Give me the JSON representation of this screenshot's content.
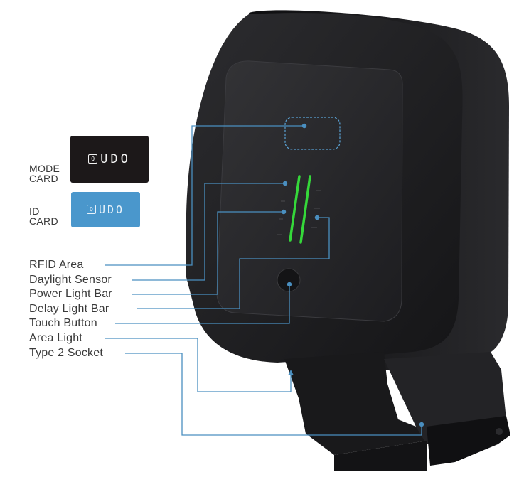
{
  "cards": {
    "mode": {
      "caption_line1": "MODE",
      "caption_line2": "CARD",
      "brand": "UDO",
      "brand_mark": "Q"
    },
    "id": {
      "caption_line1": "ID",
      "caption_line2": "CARD",
      "brand": "UDO",
      "brand_mark": "Q"
    }
  },
  "callouts": [
    {
      "label": "RFID Area"
    },
    {
      "label": "Daylight Sensor"
    },
    {
      "label": "Power Light Bar"
    },
    {
      "label": "Delay Light Bar"
    },
    {
      "label": "Touch Button"
    },
    {
      "label": "Area Light"
    },
    {
      "label": "Type 2 Socket"
    }
  ],
  "colors": {
    "leader_line": "#4a8fc0",
    "device_body": "#1b1b1d",
    "light_bar": "#35d83a",
    "mode_card": "#1c1819",
    "id_card": "#4a97cc"
  }
}
